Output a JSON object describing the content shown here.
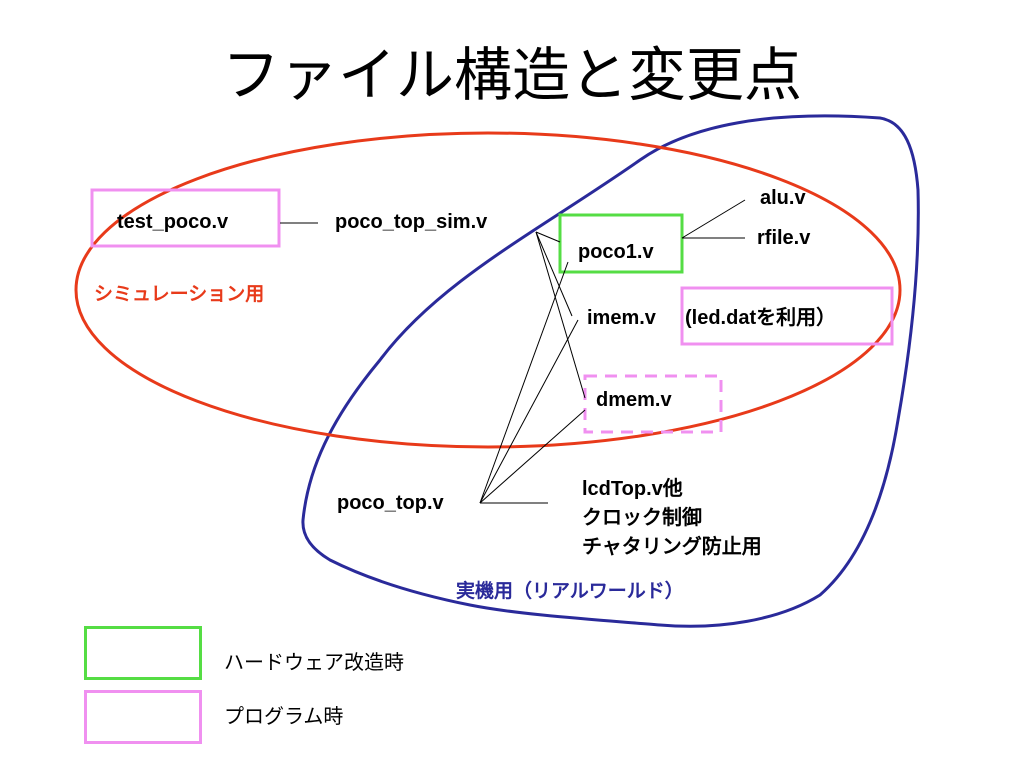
{
  "title": "ファイル構造と変更点",
  "colors": {
    "simulation_ellipse": "#e83a1a",
    "realworld_blob": "#2a2a9a",
    "hardware_change_box": "#55dd44",
    "program_box": "#f090f0",
    "connector_line": "#000000"
  },
  "regions": {
    "simulation_label": "シミュレーション用",
    "realworld_label": "実機用（リアルワールド）"
  },
  "files": {
    "test_poco": "test_poco.v",
    "poco_top_sim": "poco_top_sim.v",
    "poco1": "poco1.v",
    "alu": "alu.v",
    "rfile": "rfile.v",
    "imem": "imem.v",
    "led_dat": "(led.datを利用）",
    "dmem": "dmem.v",
    "poco_top": "poco_top.v",
    "lcdtop_line1": "lcdTop.v他",
    "lcdtop_line2": "クロック制御",
    "lcdtop_line3": "チャタリング防止用"
  },
  "legend": {
    "hardware_change": "ハードウェア改造時",
    "program": "プログラム時"
  }
}
